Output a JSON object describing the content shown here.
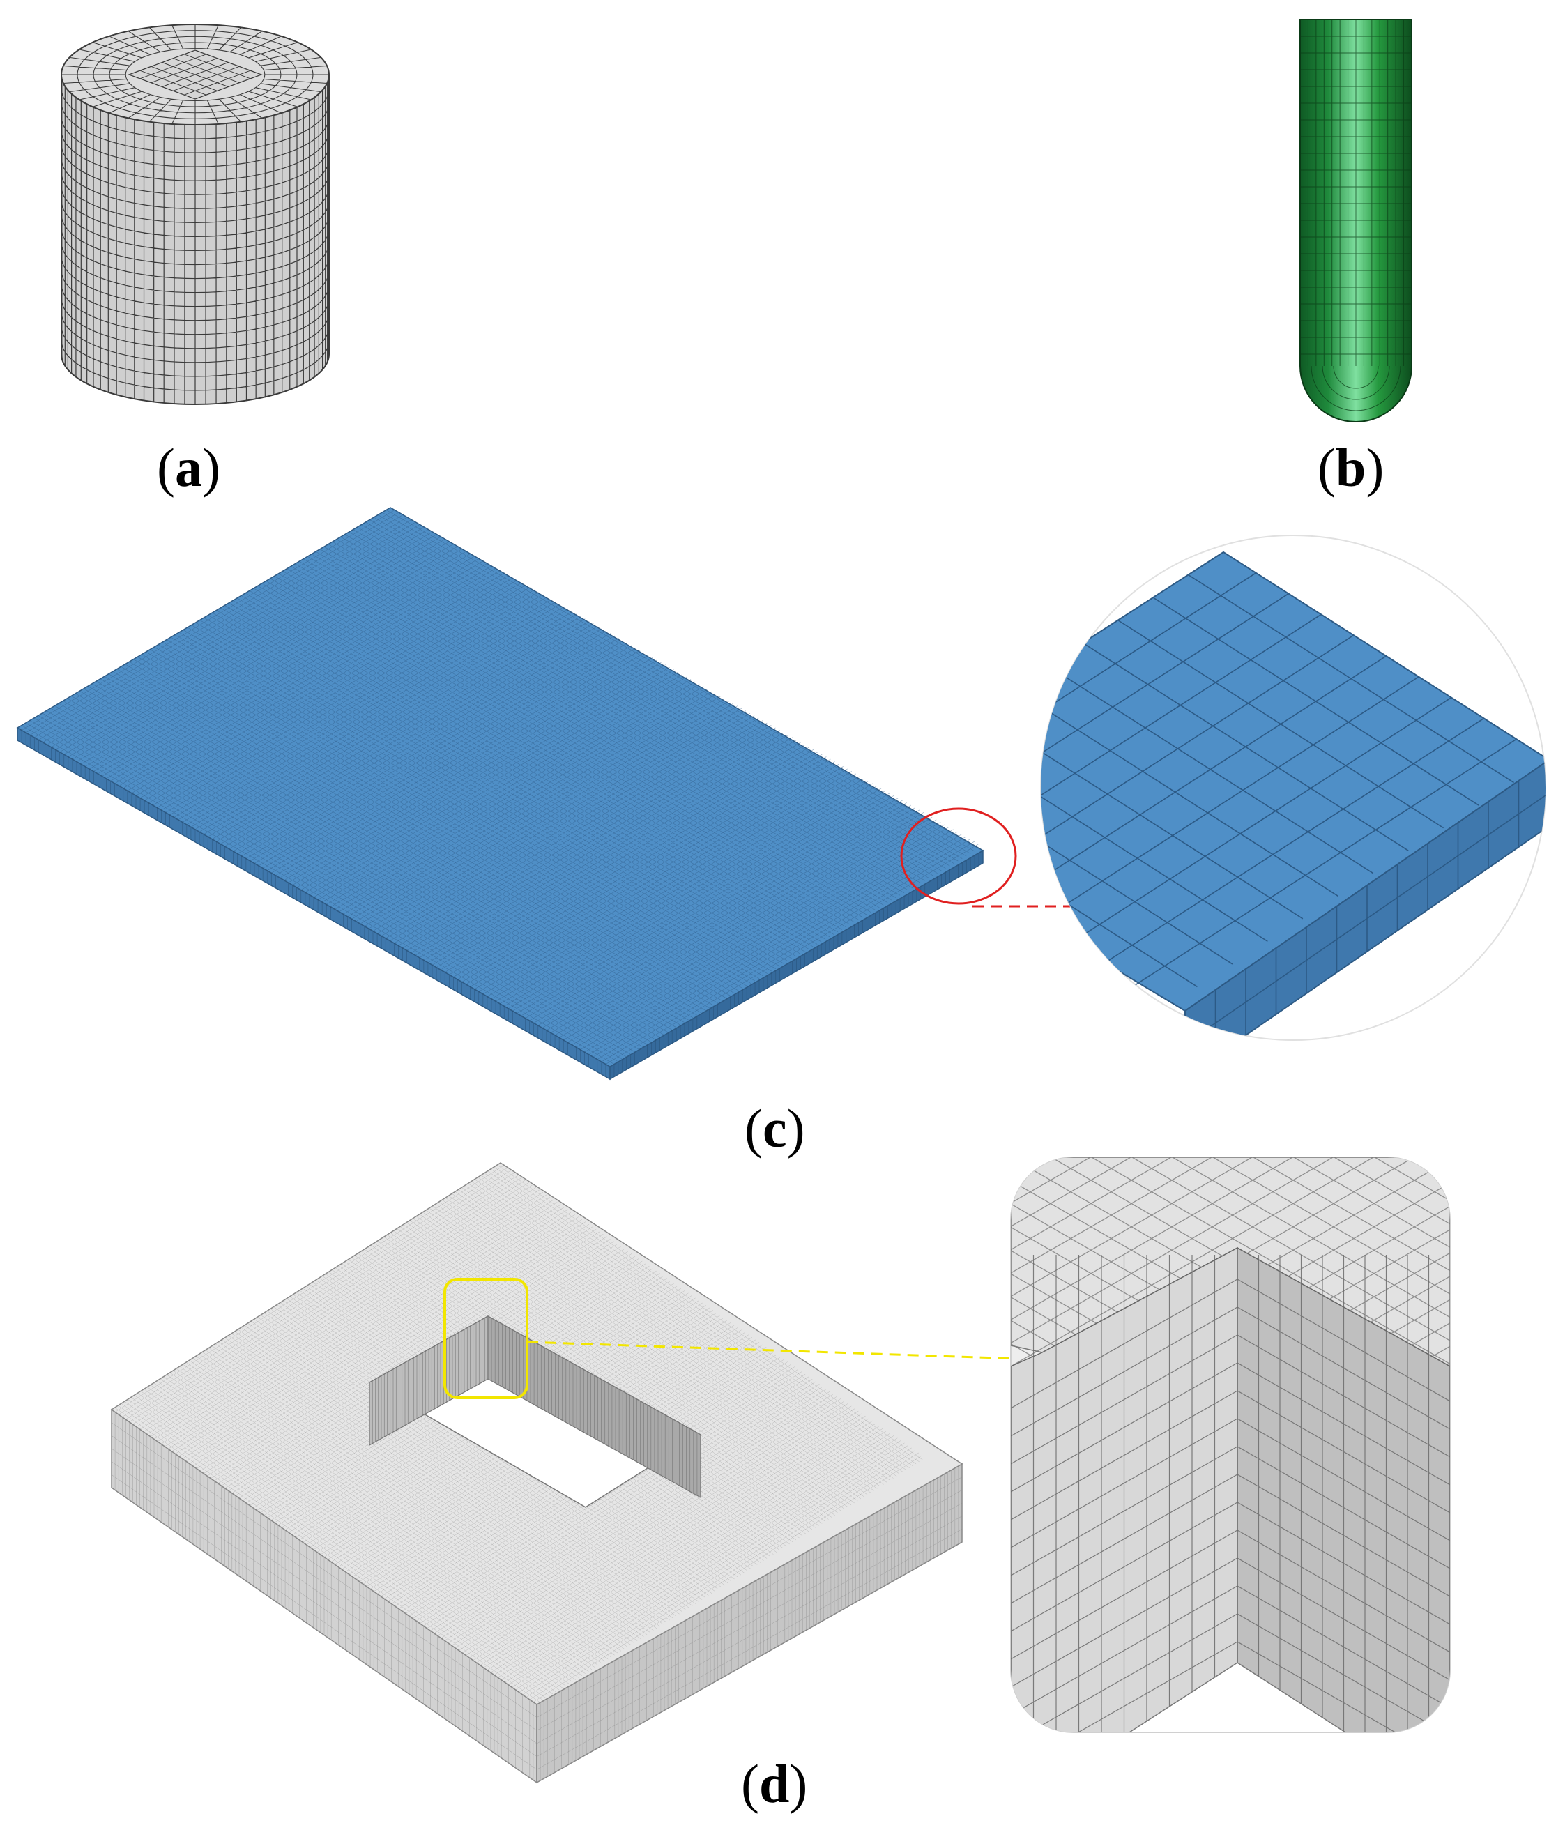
{
  "panels": [
    {
      "id": "a",
      "open": "(",
      "letter": "a",
      "close": ")"
    },
    {
      "id": "b",
      "open": "(",
      "letter": "b",
      "close": ")"
    },
    {
      "id": "c",
      "open": "(",
      "letter": "c",
      "close": ")"
    },
    {
      "id": "d",
      "open": "(",
      "letter": "d",
      "close": ")"
    }
  ],
  "colors": {
    "cylinder_face": "#dcdcdc",
    "cylinder_side": "#cfcfcf",
    "mesh_line": "#3a3a3a",
    "projectile_green": "#1f8a3c",
    "projectile_highlight": "#7fe0a0",
    "plate_blue": "#4f8fc7",
    "plate_side": "#3f78ad",
    "plate_line": "#2d5a85",
    "callout_red": "#e02020",
    "block_face": "#e6e6e6",
    "block_side": "#d2d2d2",
    "callout_yellow": "#f2e600"
  },
  "icons": {
    "cylinder": "cylinder-mesh-icon",
    "projectile": "projectile-mesh-icon",
    "plate": "plate-mesh-icon",
    "block": "block-with-hole-mesh-icon"
  }
}
